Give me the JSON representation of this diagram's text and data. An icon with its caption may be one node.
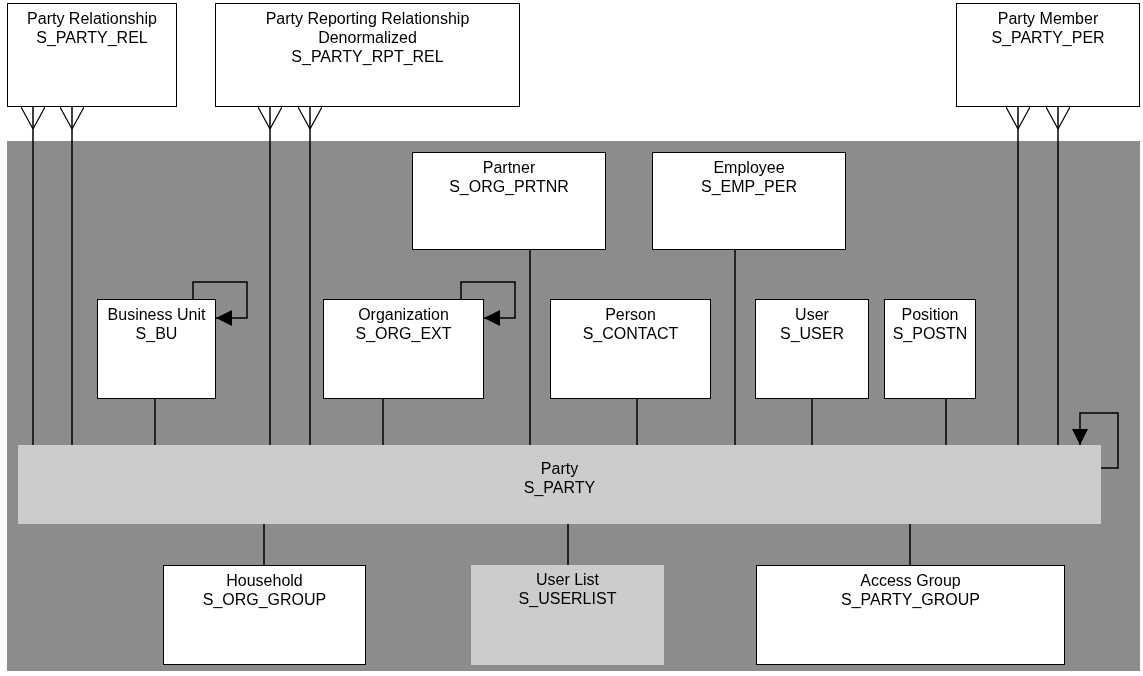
{
  "diagram": {
    "nodes": [
      {
        "text": [
          "Party Relationship",
          "S_PARTY_REL"
        ]
      },
      {
        "text": [
          "Party Reporting Relationship Denormalized",
          "S_PARTY_RPT_REL"
        ]
      },
      {
        "text": [
          "Party Member",
          "S_PARTY_PER"
        ]
      },
      {
        "text": [],
        "shape": "box"
      },
      {
        "text": [
          "Partner",
          "S_ORG_PRTNR"
        ],
        "in": 3
      },
      {
        "text": [
          "Employee",
          "S_EMP_PER"
        ],
        "in": 3
      },
      {
        "text": [
          "Business Unit",
          "S_BU"
        ],
        "in": 3
      },
      {
        "text": [
          "Organization",
          "S_ORG_EXT"
        ],
        "in": 3
      },
      {
        "text": [
          "Person",
          "S_CONTACT"
        ],
        "in": 3
      },
      {
        "text": [
          "User",
          "S_USER"
        ],
        "in": 3
      },
      {
        "text": [
          "Position",
          "S_POSTN"
        ],
        "in": 3
      },
      {
        "text": [
          "Party",
          "S_PARTY"
        ],
        "in": 3
      },
      {
        "text": [
          "Household",
          "S_ORG_GROUP"
        ],
        "in": 3
      },
      {
        "text": [
          "User List",
          "S_USERLIST"
        ],
        "in": 3
      },
      {
        "text": [
          "Access Group",
          "S_PARTY_GROUP"
        ],
        "in": 3
      }
    ],
    "edges": [
      {
        "from": 0,
        "to": 11,
        "arrow": "other"
      },
      {
        "from": 0,
        "to": 11,
        "arrow": "other"
      },
      {
        "from": 1,
        "to": 11,
        "arrow": "other"
      },
      {
        "from": 1,
        "to": 11,
        "arrow": "other"
      },
      {
        "from": 6,
        "to": 6,
        "arrow": "to"
      },
      {
        "from": 7,
        "to": 7,
        "arrow": "to"
      },
      {
        "from": 4,
        "to": 11,
        "arrow": "none"
      },
      {
        "from": 5,
        "to": 11,
        "arrow": "none"
      },
      {
        "from": 6,
        "to": 11,
        "arrow": "none"
      },
      {
        "from": 7,
        "to": 11,
        "arrow": "none"
      },
      {
        "from": 8,
        "to": 11,
        "arrow": "none"
      },
      {
        "from": 9,
        "to": 11,
        "arrow": "none"
      },
      {
        "from": 10,
        "to": 11,
        "arrow": "none"
      },
      {
        "from": 2,
        "to": 11,
        "arrow": "other"
      },
      {
        "from": 2,
        "to": 11,
        "arrow": "other"
      },
      {
        "from": 11,
        "to": 11,
        "arrow": "to"
      },
      {
        "from": 11,
        "to": 12,
        "arrow": "none"
      },
      {
        "from": 11,
        "to": 13,
        "arrow": "none"
      },
      {
        "from": 11,
        "to": 14,
        "arrow": "none"
      }
    ]
  }
}
